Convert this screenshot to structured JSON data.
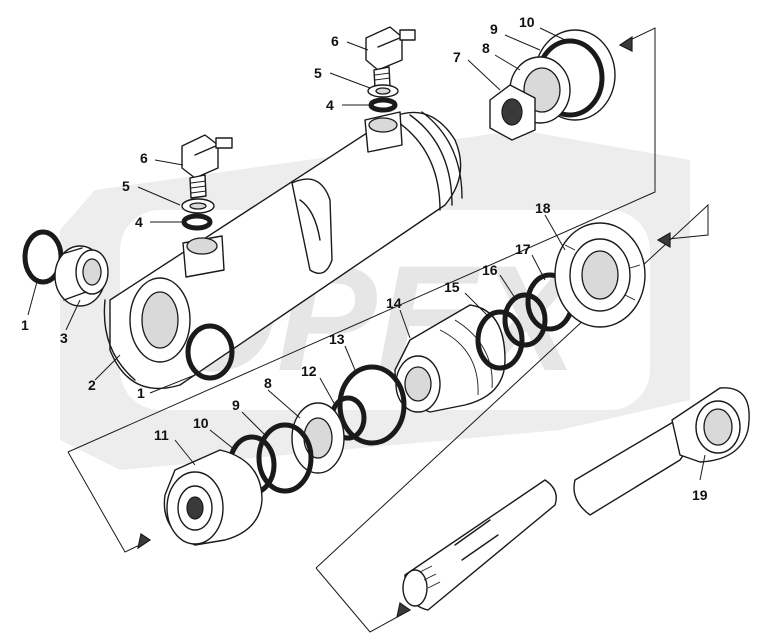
{
  "parts": [
    {
      "id": "part-1-left",
      "label": "1"
    },
    {
      "id": "part-1-bottom",
      "label": "1"
    },
    {
      "id": "part-2",
      "label": "2"
    },
    {
      "id": "part-3",
      "label": "3"
    },
    {
      "id": "part-4-left",
      "label": "4"
    },
    {
      "id": "part-4-top",
      "label": "4"
    },
    {
      "id": "part-5-left",
      "label": "5"
    },
    {
      "id": "part-5-top",
      "label": "5"
    },
    {
      "id": "part-6-left",
      "label": "6"
    },
    {
      "id": "part-6-top",
      "label": "6"
    },
    {
      "id": "part-7",
      "label": "7"
    },
    {
      "id": "part-8-top",
      "label": "8"
    },
    {
      "id": "part-8-bottom",
      "label": "8"
    },
    {
      "id": "part-9-top",
      "label": "9"
    },
    {
      "id": "part-9-bottom",
      "label": "9"
    },
    {
      "id": "part-10-top",
      "label": "10"
    },
    {
      "id": "part-10-bottom",
      "label": "10"
    },
    {
      "id": "part-11",
      "label": "11"
    },
    {
      "id": "part-12",
      "label": "12"
    },
    {
      "id": "part-13",
      "label": "13"
    },
    {
      "id": "part-14",
      "label": "14"
    },
    {
      "id": "part-15",
      "label": "15"
    },
    {
      "id": "part-16",
      "label": "16"
    },
    {
      "id": "part-17",
      "label": "17"
    },
    {
      "id": "part-18",
      "label": "18"
    },
    {
      "id": "part-19",
      "label": "19"
    }
  ]
}
